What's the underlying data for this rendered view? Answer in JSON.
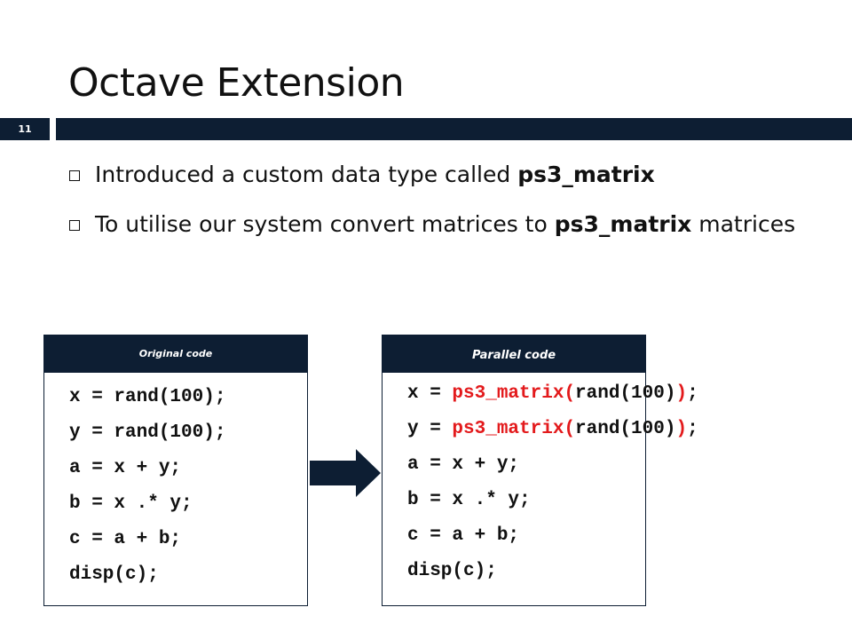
{
  "slide": {
    "title": "Octave Extension",
    "number": "11"
  },
  "bullets": [
    {
      "text": "Introduced a custom data type called ",
      "bold": "ps3_matrix",
      "tail": ""
    },
    {
      "text": "To utilise our system convert matrices to ",
      "bold": "ps3_matrix",
      "tail": " matrices"
    }
  ],
  "original_panel": {
    "header": "Original code",
    "lines": [
      "x = rand(100);",
      "y = rand(100);",
      "a = x + y;",
      "b = x .* y;",
      "c = a + b;",
      "disp(c);"
    ]
  },
  "parallel_panel": {
    "header": "Parallel code",
    "lines": [
      {
        "a": "x = ",
        "r1": "ps3_matrix(",
        "b": "rand(100)",
        "r2": ")",
        "c": ";"
      },
      {
        "a": "y = ",
        "r1": "ps3_matrix(",
        "b": "rand(100)",
        "r2": ")",
        "c": ";"
      },
      {
        "a": "a = x + y;",
        "r1": "",
        "b": "",
        "r2": "",
        "c": ""
      },
      {
        "a": "b = x .* y;",
        "r1": "",
        "b": "",
        "r2": "",
        "c": ""
      },
      {
        "a": "c = a + b;",
        "r1": "",
        "b": "",
        "r2": "",
        "c": ""
      },
      {
        "a": "disp(c);",
        "r1": "",
        "b": "",
        "r2": "",
        "c": ""
      }
    ]
  },
  "colors": {
    "bar": "#0d1e33",
    "highlight": "#e31a1c"
  },
  "icons": {
    "bullet": "square-bullet-icon",
    "arrow": "right-arrow-icon"
  }
}
